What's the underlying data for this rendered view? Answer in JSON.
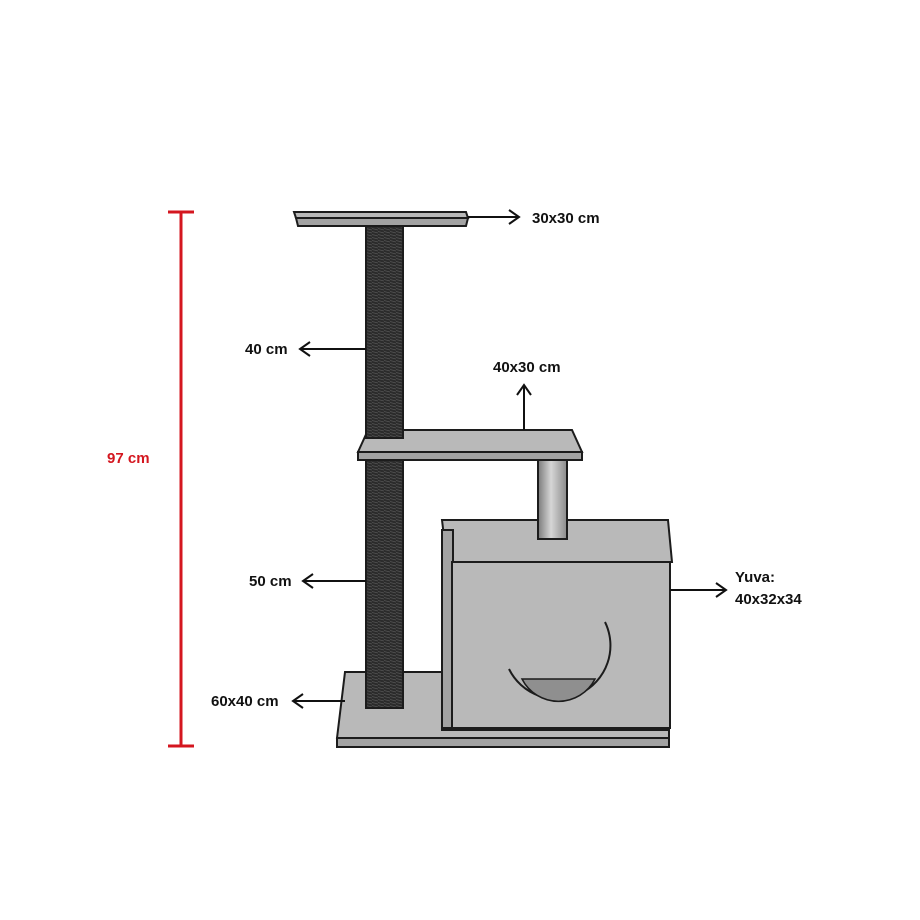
{
  "colors": {
    "panel": "#b9b9b9",
    "panel_dark": "#a3a3a3",
    "outline": "#1c1c1c",
    "post": "#2b2b2b",
    "measure": "#d4161f",
    "text": "#111111"
  },
  "labels": {
    "total_height": "97 cm",
    "top_platform": "30x30 cm",
    "upper_post": "40 cm",
    "middle_platform": "40x30 cm",
    "lower_post": "50 cm",
    "house_title": "Yuva:",
    "house_size": "40x32x34",
    "base": "60x40 cm"
  }
}
